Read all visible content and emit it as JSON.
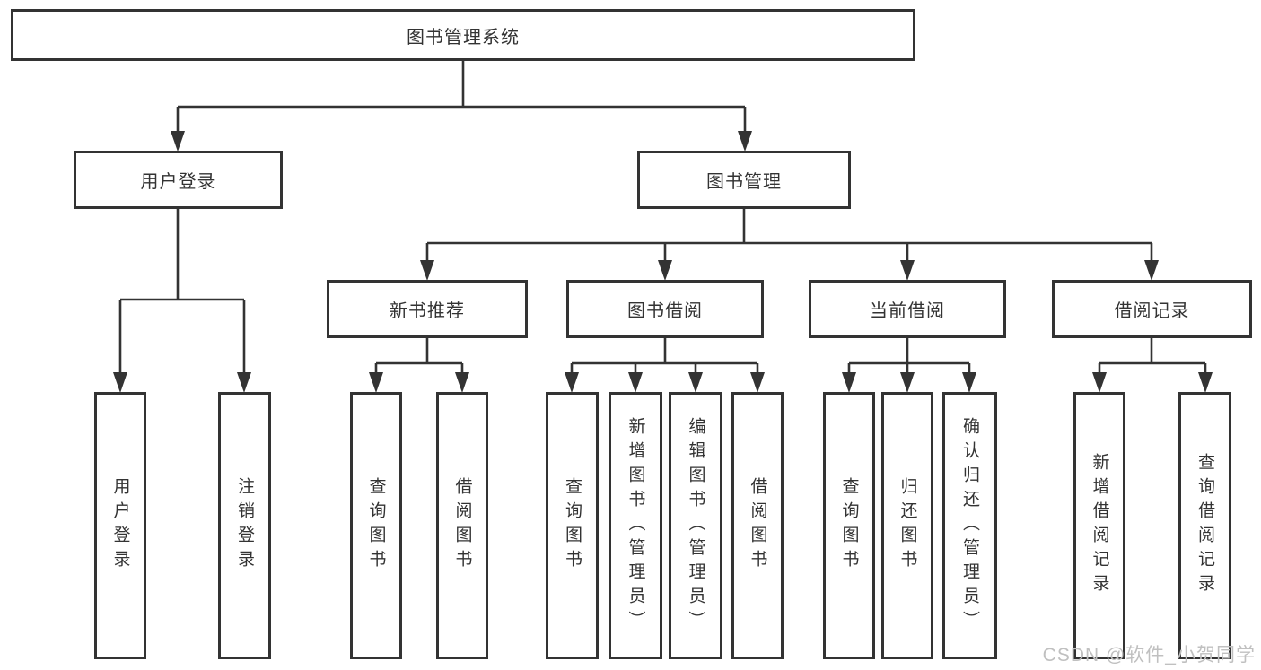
{
  "colors": {
    "line": "#333333",
    "box_border": "#333333",
    "box_fill": "#ffffff",
    "text": "#333333",
    "watermark": "#c0c0c0"
  },
  "diagram": {
    "root": {
      "label": "图书管理系统"
    },
    "branches": [
      {
        "label": "用户登录",
        "children": [
          {
            "label": "用户登录"
          },
          {
            "label": "注销登录"
          }
        ]
      },
      {
        "label": "图书管理",
        "children": [
          {
            "label": "新书推荐",
            "children": [
              {
                "label": "查询图书"
              },
              {
                "label": "借阅图书"
              }
            ]
          },
          {
            "label": "图书借阅",
            "children": [
              {
                "label": "查询图书"
              },
              {
                "label": "新增图书（管理员）"
              },
              {
                "label": "编辑图书（管理员）"
              },
              {
                "label": "借阅图书"
              }
            ]
          },
          {
            "label": "当前借阅",
            "children": [
              {
                "label": "查询图书"
              },
              {
                "label": "归还图书"
              },
              {
                "label": "确认归还（管理员）"
              }
            ]
          },
          {
            "label": "借阅记录",
            "children": [
              {
                "label": "新增借阅记录"
              },
              {
                "label": "查询借阅记录"
              }
            ]
          }
        ]
      }
    ]
  },
  "watermark": {
    "text": "CSDN @软件_小贺同学"
  }
}
